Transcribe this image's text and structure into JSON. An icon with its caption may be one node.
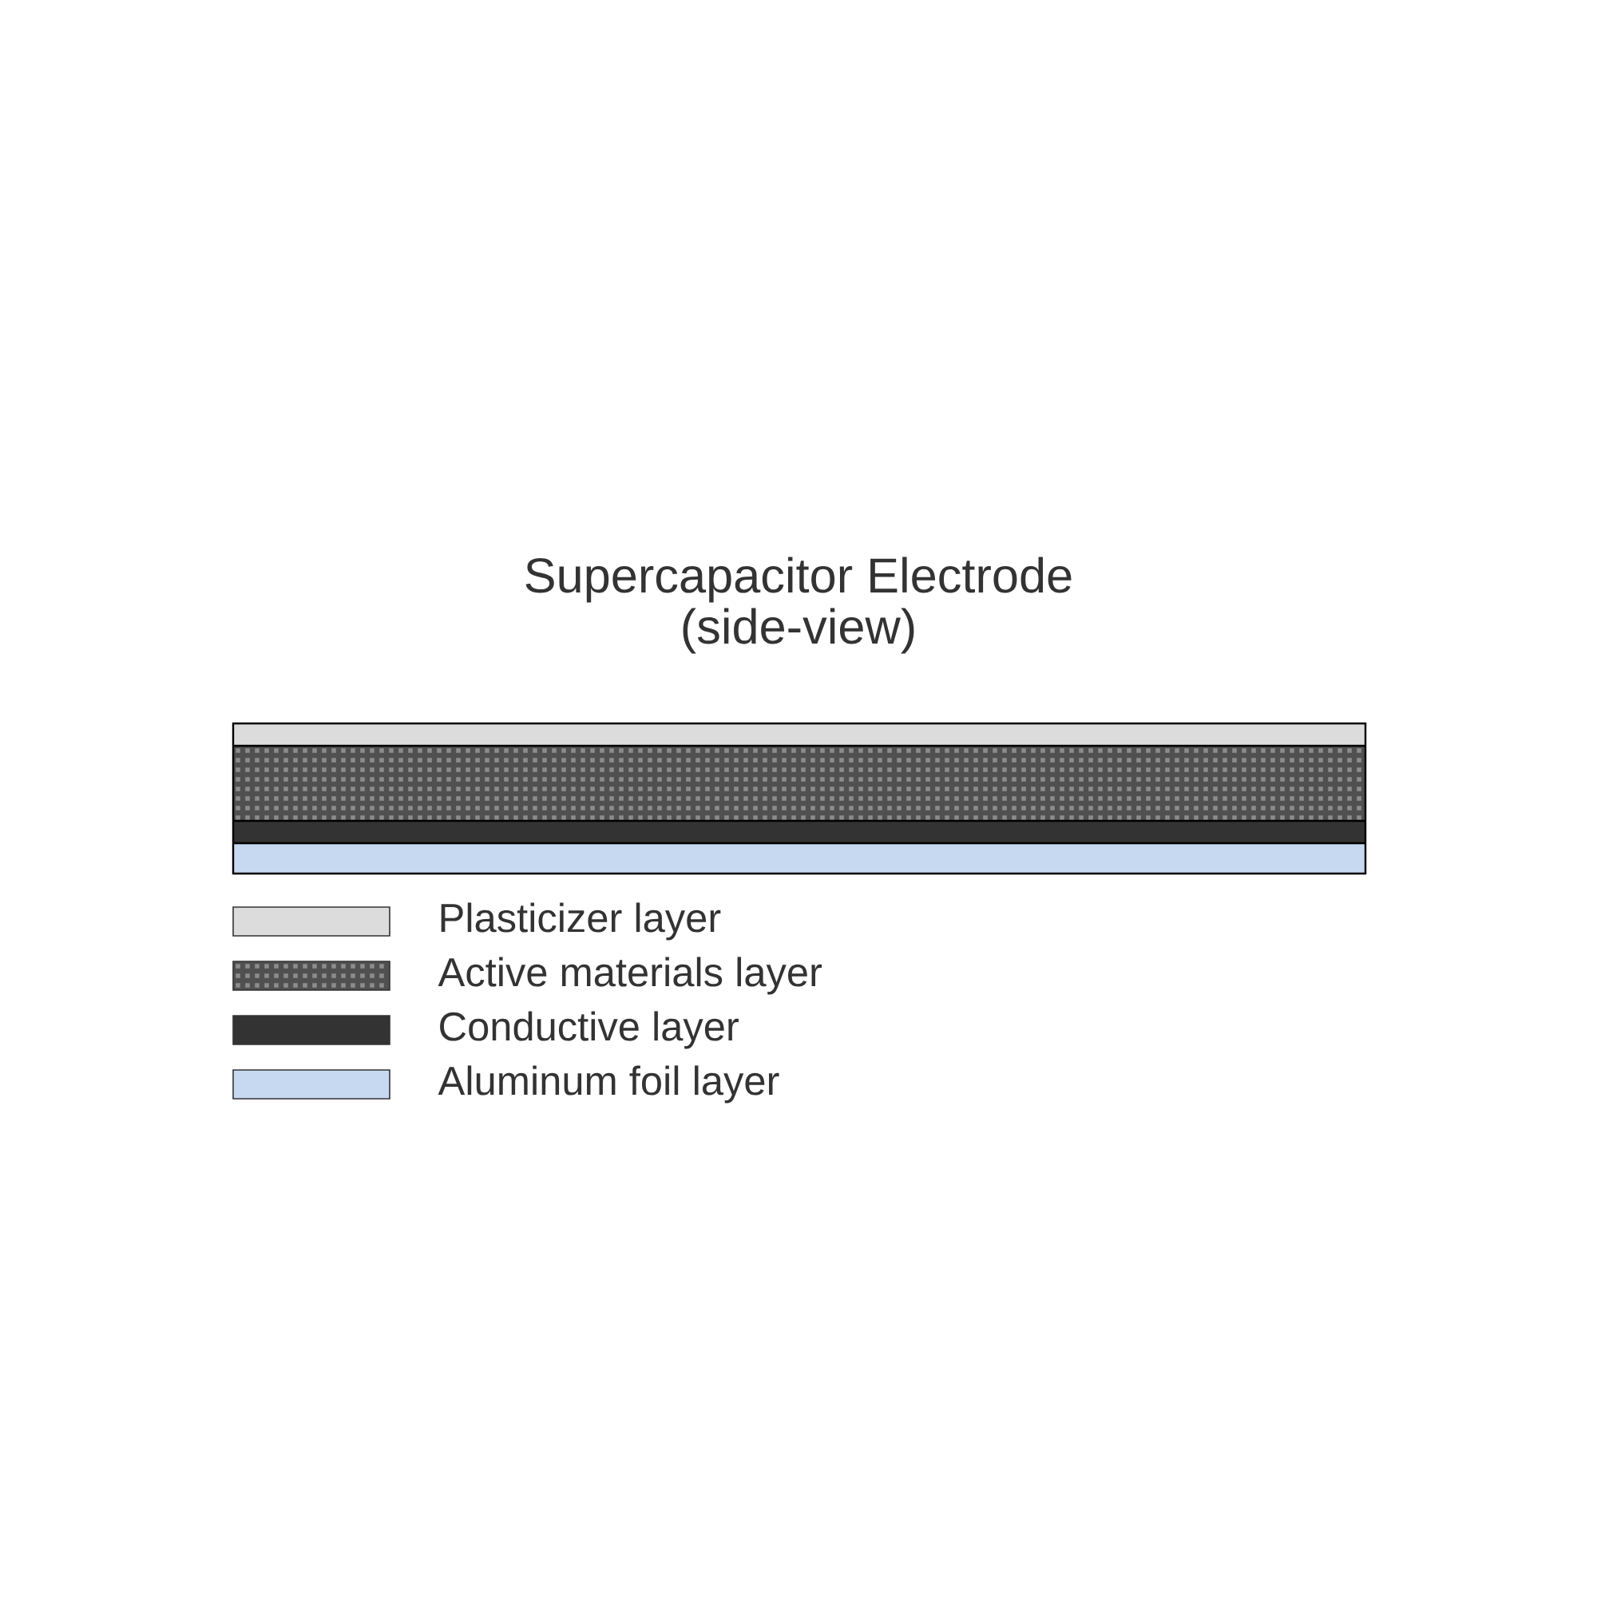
{
  "diagram": {
    "title": "Supercapacitor Electrode (side-view)",
    "legend": [
      {
        "text": "Plasticizer layer",
        "color": "#dcdcdc"
      },
      {
        "text": "Active materials layer"
      },
      {
        "text": "Conductive layer",
        "color": "#333333"
      },
      {
        "text": "Aluminum foil layer",
        "color": "#c6d9f0"
      }
    ]
  }
}
